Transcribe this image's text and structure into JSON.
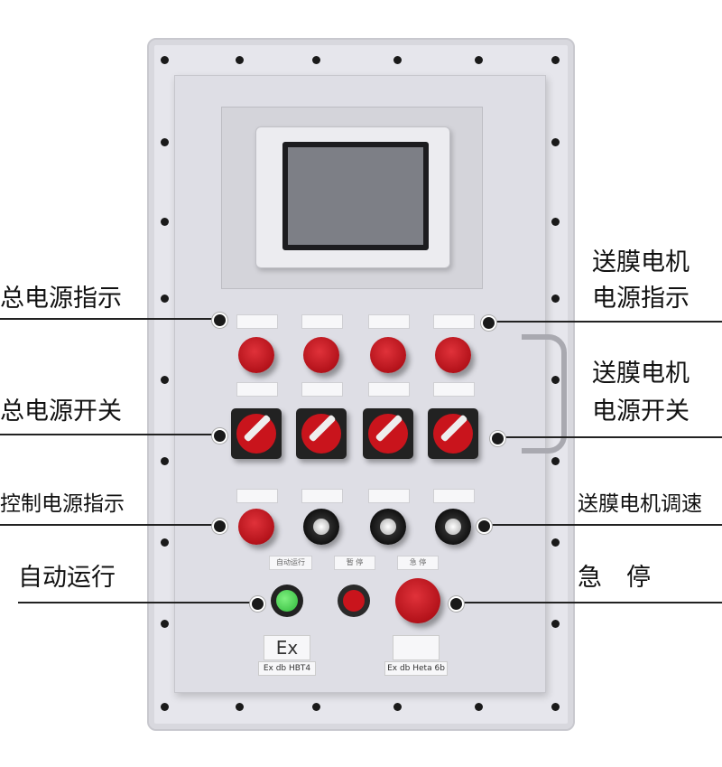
{
  "callouts_left": [
    {
      "label": "总电源指示"
    },
    {
      "label": "总电源开关"
    },
    {
      "label": "控制电源指示"
    },
    {
      "label": "自动运行"
    }
  ],
  "callouts_right": [
    {
      "label_line1": "送膜电机",
      "label_line2": "电源指示"
    },
    {
      "label_line1": "送膜电机",
      "label_line2": "电源开关"
    },
    {
      "label": "送膜电机调速"
    },
    {
      "label": "急　停"
    }
  ],
  "panel": {
    "bottom_labels": [
      "自动运行",
      "暂 停",
      "急 停"
    ],
    "ex_mark": "Ex",
    "ex_code_left": "Ex db HBT4",
    "ex_code_right": "Ex db Heta 6b"
  },
  "colors": {
    "red": "#c9141c",
    "green": "#2fb83a",
    "panel": "#dedee5"
  }
}
